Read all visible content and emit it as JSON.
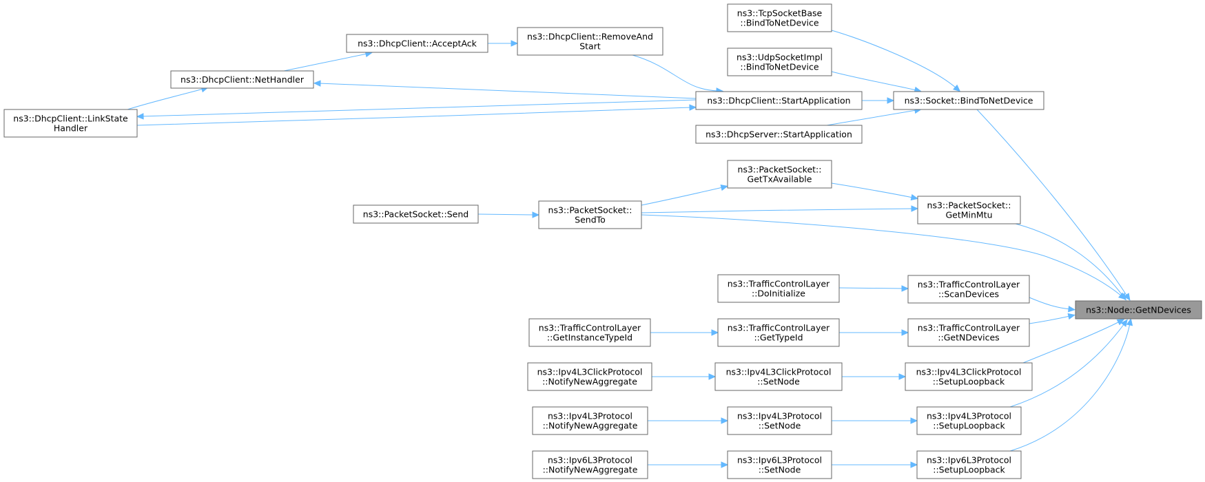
{
  "graph": {
    "colors": {
      "edge": "#63b8ff",
      "node_border": "#666666",
      "root_fill": "#999999",
      "node_fill": "#ffffff"
    },
    "root": "getndevices",
    "nodes": [
      {
        "id": "tcp_bind",
        "lines": [
          "ns3::TcpSocketBase",
          "::BindToNetDevice"
        ]
      },
      {
        "id": "udp_bind",
        "lines": [
          "ns3::UdpSocketImpl",
          "::BindToNetDevice"
        ]
      },
      {
        "id": "acceptack",
        "lines": [
          "ns3::DhcpClient::AcceptAck"
        ]
      },
      {
        "id": "removeandstart",
        "lines": [
          "ns3::DhcpClient::RemoveAnd",
          "Start"
        ]
      },
      {
        "id": "nethandler",
        "lines": [
          "ns3::DhcpClient::NetHandler"
        ]
      },
      {
        "id": "startapp",
        "lines": [
          "ns3::DhcpClient::StartApplication"
        ]
      },
      {
        "id": "socket_bind",
        "lines": [
          "ns3::Socket::BindToNetDevice"
        ]
      },
      {
        "id": "linkstate",
        "lines": [
          "ns3::DhcpClient::LinkState",
          "Handler"
        ]
      },
      {
        "id": "dhcpserver_start",
        "lines": [
          "ns3::DhcpServer::StartApplication"
        ]
      },
      {
        "id": "gettxavail",
        "lines": [
          "ns3::PacketSocket::",
          "GetTxAvailable"
        ]
      },
      {
        "id": "ps_send",
        "lines": [
          "ns3::PacketSocket::Send"
        ]
      },
      {
        "id": "ps_sendto",
        "lines": [
          "ns3::PacketSocket::",
          "SendTo"
        ]
      },
      {
        "id": "getminmtu",
        "lines": [
          "ns3::PacketSocket::",
          "GetMinMtu"
        ]
      },
      {
        "id": "tcl_doinit",
        "lines": [
          "ns3::TrafficControlLayer",
          "::DoInitialize"
        ]
      },
      {
        "id": "tcl_scan",
        "lines": [
          "ns3::TrafficControlLayer",
          "::ScanDevices"
        ]
      },
      {
        "id": "getndevices",
        "lines": [
          "ns3::Node::GetNDevices"
        ]
      },
      {
        "id": "tcl_getinst",
        "lines": [
          "ns3::TrafficControlLayer",
          "::GetInstanceTypeId"
        ]
      },
      {
        "id": "tcl_gettype",
        "lines": [
          "ns3::TrafficControlLayer",
          "::GetTypeId"
        ]
      },
      {
        "id": "tcl_getndev",
        "lines": [
          "ns3::TrafficControlLayer",
          "::GetNDevices"
        ]
      },
      {
        "id": "click_notify",
        "lines": [
          "ns3::Ipv4L3ClickProtocol",
          "::NotifyNewAggregate"
        ]
      },
      {
        "id": "click_setnode",
        "lines": [
          "ns3::Ipv4L3ClickProtocol",
          "::SetNode"
        ]
      },
      {
        "id": "click_loop",
        "lines": [
          "ns3::Ipv4L3ClickProtocol",
          "::SetupLoopback"
        ]
      },
      {
        "id": "ipv4_notify",
        "lines": [
          "ns3::Ipv4L3Protocol",
          "::NotifyNewAggregate"
        ]
      },
      {
        "id": "ipv4_setnode",
        "lines": [
          "ns3::Ipv4L3Protocol",
          "::SetNode"
        ]
      },
      {
        "id": "ipv4_loop",
        "lines": [
          "ns3::Ipv4L3Protocol",
          "::SetupLoopback"
        ]
      },
      {
        "id": "ipv6_notify",
        "lines": [
          "ns3::Ipv6L3Protocol",
          "::NotifyNewAggregate"
        ]
      },
      {
        "id": "ipv6_setnode",
        "lines": [
          "ns3::Ipv6L3Protocol",
          "::SetNode"
        ]
      },
      {
        "id": "ipv6_loop",
        "lines": [
          "ns3::Ipv6L3Protocol",
          "::SetupLoopback"
        ]
      }
    ],
    "edges": [
      {
        "from": "tcp_bind",
        "to": "socket_bind"
      },
      {
        "from": "udp_bind",
        "to": "socket_bind"
      },
      {
        "from": "startapp",
        "to": "socket_bind"
      },
      {
        "from": "dhcpserver_start",
        "to": "socket_bind"
      },
      {
        "from": "removeandstart",
        "to": "startapp"
      },
      {
        "from": "startapp",
        "to": "nethandler"
      },
      {
        "from": "startapp",
        "to": "linkstate"
      },
      {
        "from": "linkstate",
        "to": "startapp"
      },
      {
        "from": "linkstate",
        "to": "nethandler"
      },
      {
        "from": "nethandler",
        "to": "acceptack"
      },
      {
        "from": "acceptack",
        "to": "removeandstart"
      },
      {
        "from": "socket_bind",
        "to": "getndevices"
      },
      {
        "from": "ps_sendto",
        "to": "gettxavail"
      },
      {
        "from": "gettxavail",
        "to": "getminmtu"
      },
      {
        "from": "ps_sendto",
        "to": "getminmtu"
      },
      {
        "from": "ps_send",
        "to": "ps_sendto"
      },
      {
        "from": "getminmtu",
        "to": "getndevices"
      },
      {
        "from": "ps_sendto",
        "to": "getndevices"
      },
      {
        "from": "tcl_doinit",
        "to": "tcl_scan"
      },
      {
        "from": "tcl_scan",
        "to": "getndevices"
      },
      {
        "from": "tcl_getinst",
        "to": "tcl_gettype"
      },
      {
        "from": "tcl_gettype",
        "to": "tcl_getndev"
      },
      {
        "from": "tcl_getndev",
        "to": "getndevices"
      },
      {
        "from": "click_notify",
        "to": "click_setnode"
      },
      {
        "from": "click_setnode",
        "to": "click_loop"
      },
      {
        "from": "click_loop",
        "to": "getndevices"
      },
      {
        "from": "ipv4_notify",
        "to": "ipv4_setnode"
      },
      {
        "from": "ipv4_setnode",
        "to": "ipv4_loop"
      },
      {
        "from": "ipv4_loop",
        "to": "getndevices"
      },
      {
        "from": "ipv6_notify",
        "to": "ipv6_setnode"
      },
      {
        "from": "ipv6_setnode",
        "to": "ipv6_loop"
      },
      {
        "from": "ipv6_loop",
        "to": "getndevices"
      }
    ]
  }
}
